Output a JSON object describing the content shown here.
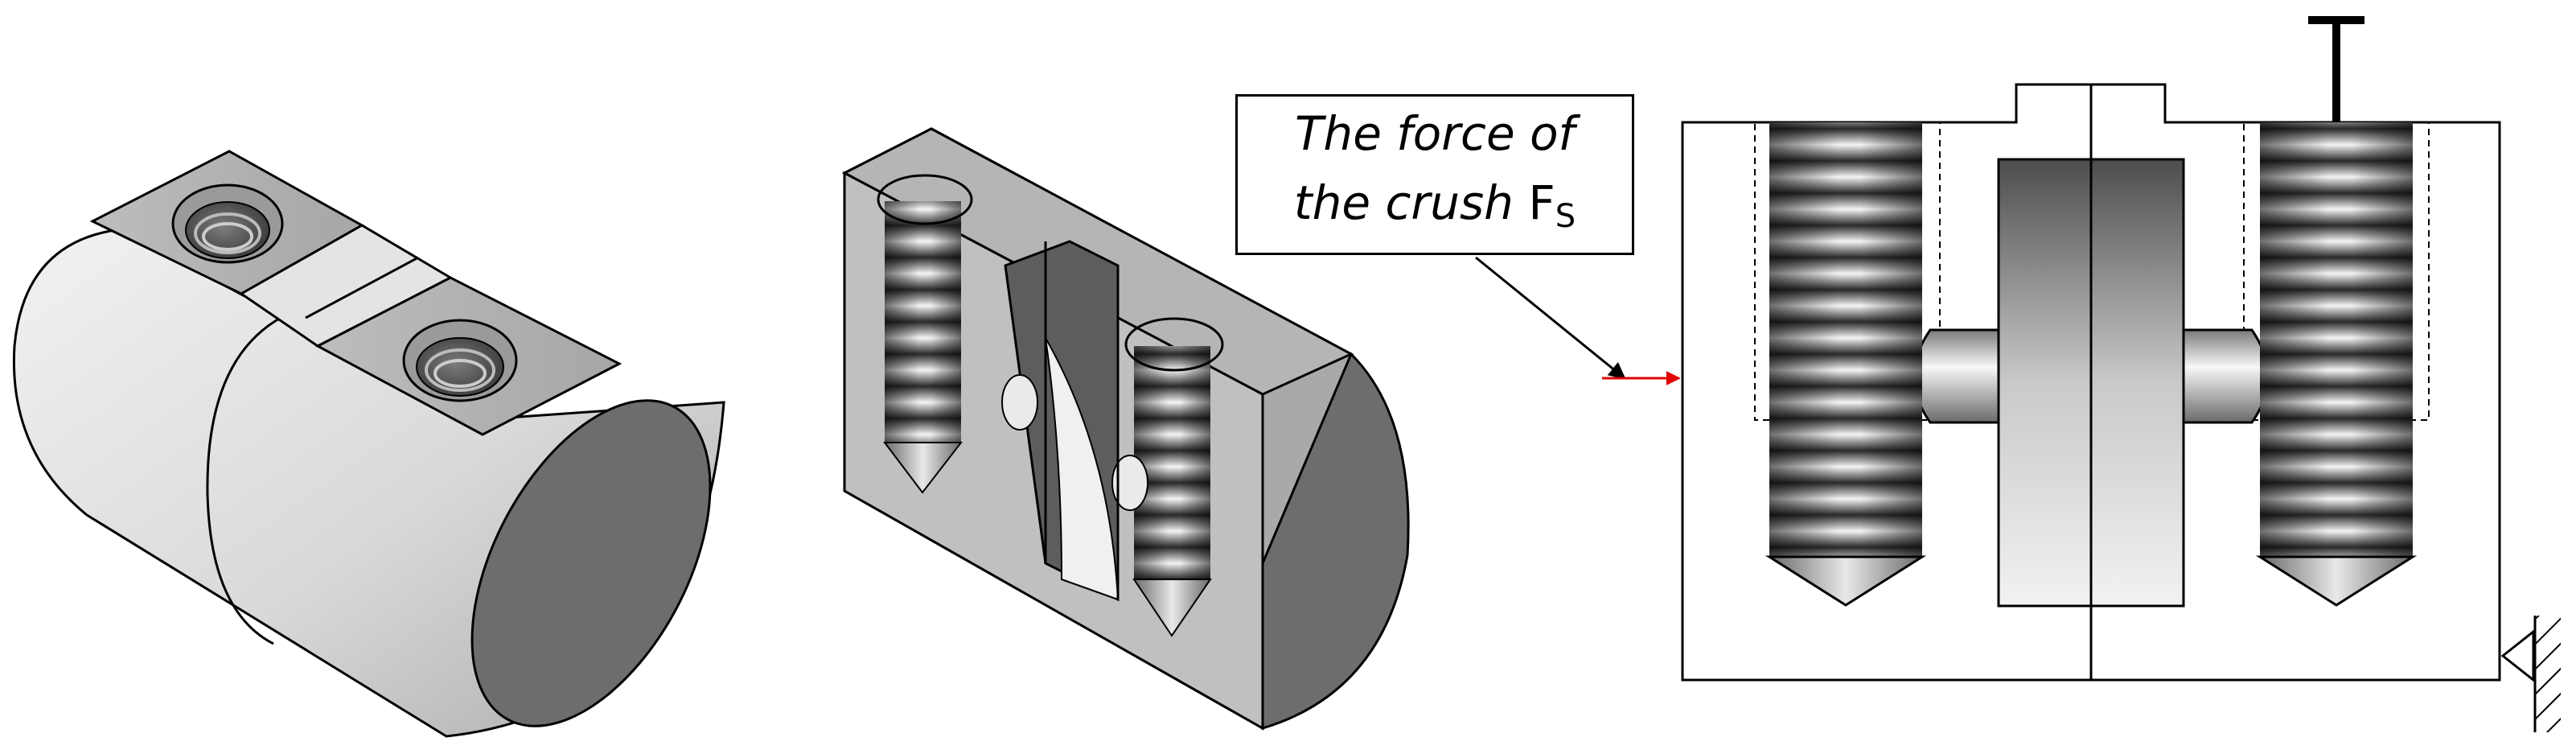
{
  "callout": {
    "line1": "The force of",
    "line2": "the crush",
    "symbol": "F",
    "subscript": "S"
  },
  "colors": {
    "body_light": "#d6d6d6",
    "face_dark": "#6d6d6d",
    "force_arrow": "#e00000",
    "outline": "#000000"
  }
}
